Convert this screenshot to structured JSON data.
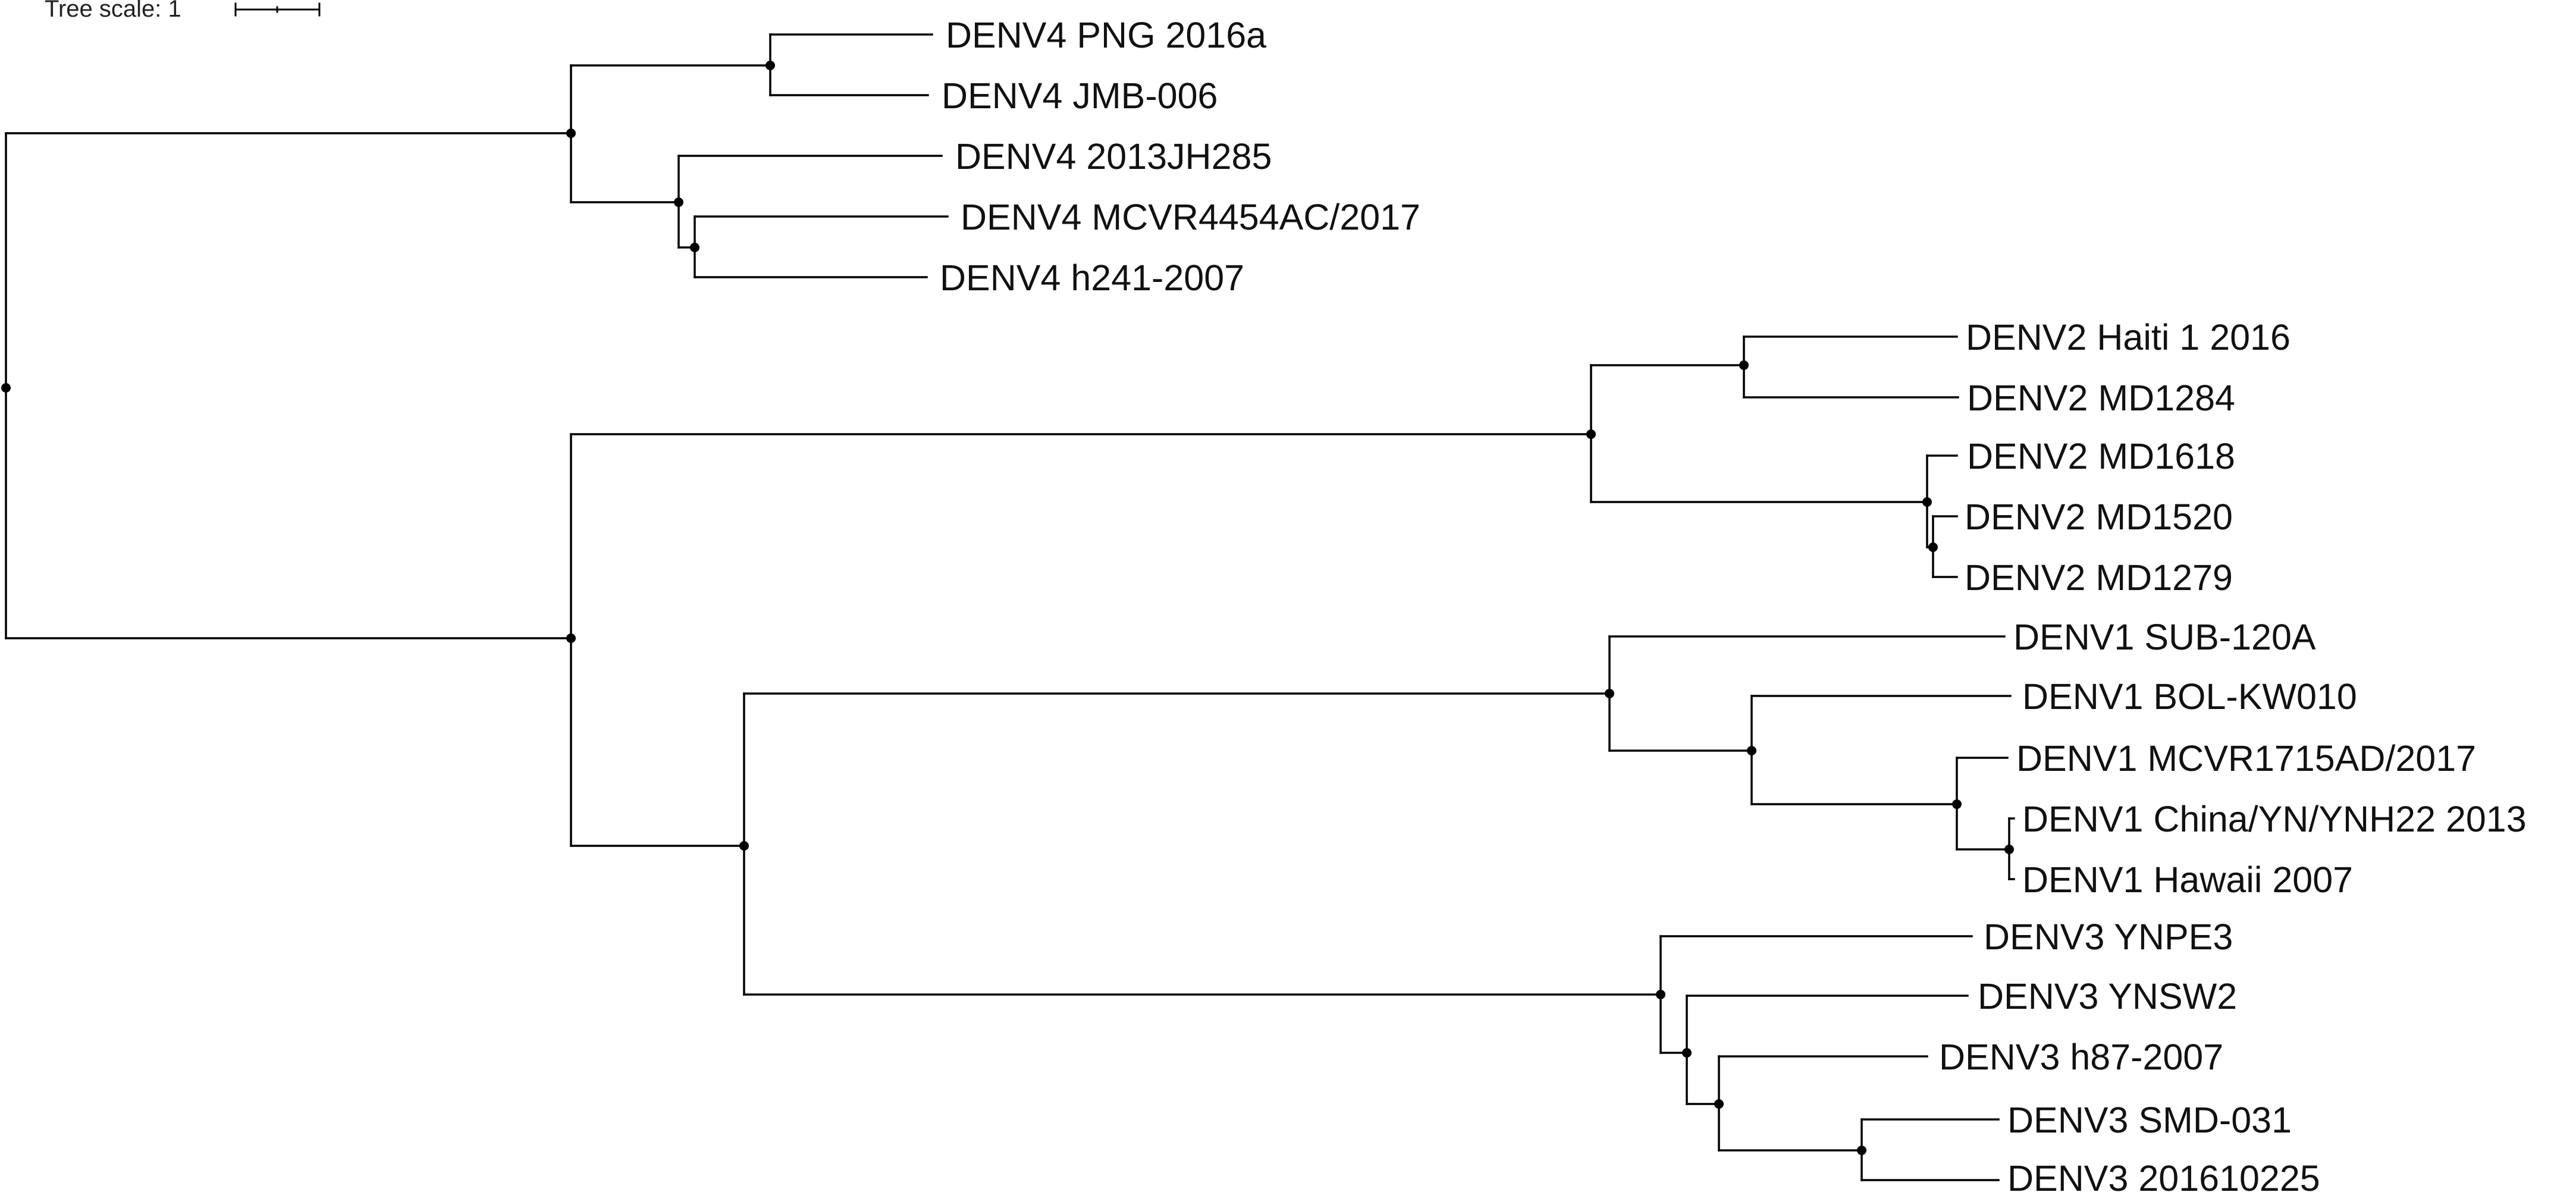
{
  "tree_scale": {
    "label": "Tree scale: 1"
  },
  "leaves": [
    "DENV4 PNG 2016a",
    "DENV4 JMB-006",
    "DENV4 2013JH285",
    "DENV4 MCVR4454AC/2017",
    "DENV4 h241-2007",
    "DENV2 Haiti 1 2016",
    "DENV2 MD1284",
    "DENV2 MD1618",
    "DENV2 MD1520",
    "DENV2 MD1279",
    "DENV1 SUB-120A",
    "DENV1 BOL-KW010",
    "DENV1 MCVR1715AD/2017",
    "DENV1 China/YN/YNH22 2013",
    "DENV1 Hawaii 2007",
    "DENV3 YNPE3",
    "DENV3 YNSW2",
    "DENV3 h87-2007",
    "DENV3 SMD-031",
    "DENV3 201610225"
  ]
}
